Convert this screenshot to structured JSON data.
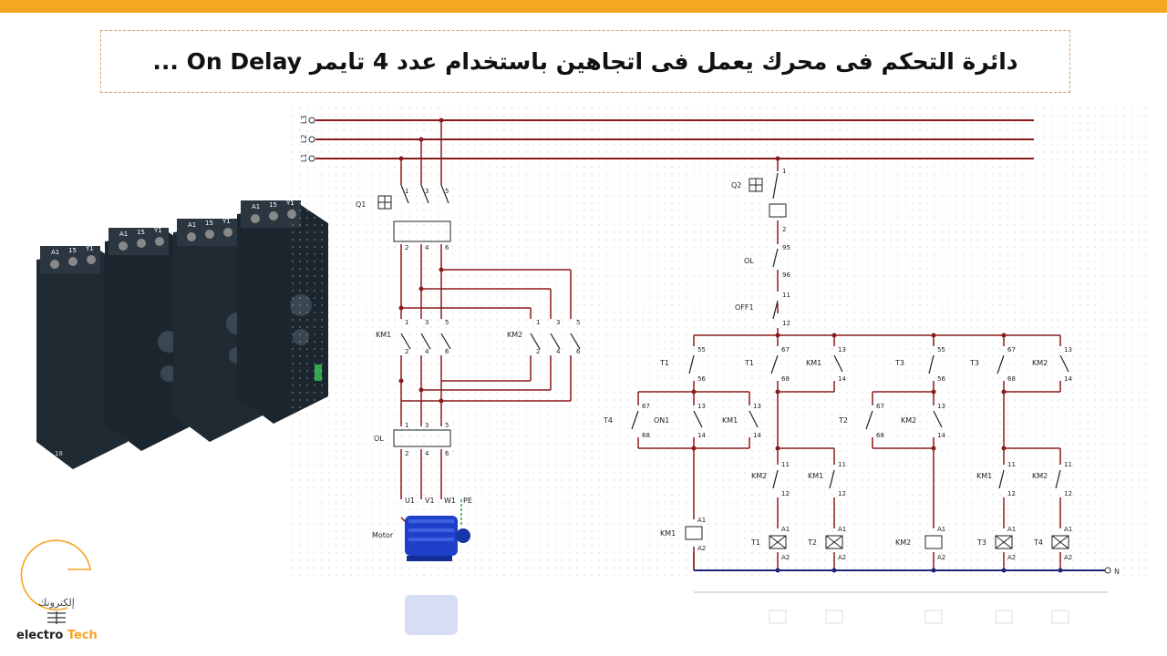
{
  "title": "دائرة التحكم فى محرك يعمل فى اتجاهين باستخدام عدد 4 تايمر  On Delay ...",
  "brand": {
    "arabic_name": "إلكترونك",
    "name_part1": "electro",
    "name_part2": "Tech",
    "accent_color": "#f6a623"
  },
  "colors": {
    "wire": "#8b1a1a",
    "neutral": "#1a237e",
    "motor": "#1e40c8",
    "device": "#1f2a33"
  },
  "supply": {
    "l3": "L3",
    "l2": "L2",
    "l1": "L1",
    "n": "N"
  },
  "power": {
    "q1": "Q1",
    "q1_top": [
      "1",
      "3",
      "5"
    ],
    "q1_bottom": [
      "2",
      "4",
      "6"
    ],
    "km1": "KM1",
    "km2": "KM2",
    "contact_top": [
      "1",
      "3",
      "5"
    ],
    "contact_bottom": [
      "2",
      "4",
      "6"
    ],
    "ol": "OL",
    "motor_terms": [
      "U1",
      "V1",
      "W1"
    ],
    "pe": "PE",
    "motor": "Motor"
  },
  "control": {
    "q2": "Q2",
    "q2_top": "1",
    "q2_bottom": "2",
    "ol": "OL",
    "ol_top": "95",
    "ol_bottom": "96",
    "off1": "OFF1",
    "off1_top": "11",
    "off1_bottom": "12",
    "contacts": {
      "t1_55": "T1",
      "t1_55_a": "55",
      "t1_55_b": "56",
      "t1_67": "T1",
      "t1_67_a": "67",
      "t1_67_b": "68",
      "km1_13": "KM1",
      "km1_13_a": "13",
      "km1_13_b": "14",
      "t3_55": "T3",
      "t3_55_a": "55",
      "t3_55_b": "56",
      "t3_67": "T3",
      "t3_67_a": "67",
      "t3_67_b": "68",
      "km2_13": "KM2",
      "km2_13_a": "13",
      "km2_13_b": "14",
      "t4_67": "T4",
      "t4_67_a": "67",
      "t4_67_b": "68",
      "on1": "ON1",
      "on1_a": "13",
      "on1_b": "14",
      "km1_hold": "KM1",
      "km1_hold_a": "13",
      "km1_hold_b": "14",
      "t2_67": "T2",
      "t2_67_a": "67",
      "t2_67_b": "68",
      "km2_mid": "KM2",
      "km2_mid_a": "13",
      "km2_mid_b": "14",
      "il1": "KM2",
      "il2": "KM1",
      "il3": "KM1",
      "il4": "KM2",
      "nc_a": "11",
      "nc_b": "12"
    },
    "coils": [
      {
        "label": "KM1",
        "a1": "A1",
        "a2": "A2"
      },
      {
        "label": "T1",
        "a1": "A1",
        "a2": "A2"
      },
      {
        "label": "T2",
        "a1": "A1",
        "a2": "A2"
      },
      {
        "label": "KM2",
        "a1": "A1",
        "a2": "A2"
      },
      {
        "label": "T3",
        "a1": "A1",
        "a2": "A2"
      },
      {
        "label": "T4",
        "a1": "A1",
        "a2": "A2"
      }
    ]
  },
  "relay_terminals": [
    "A1",
    "15",
    "Y1"
  ],
  "relay_foot_label": "18"
}
